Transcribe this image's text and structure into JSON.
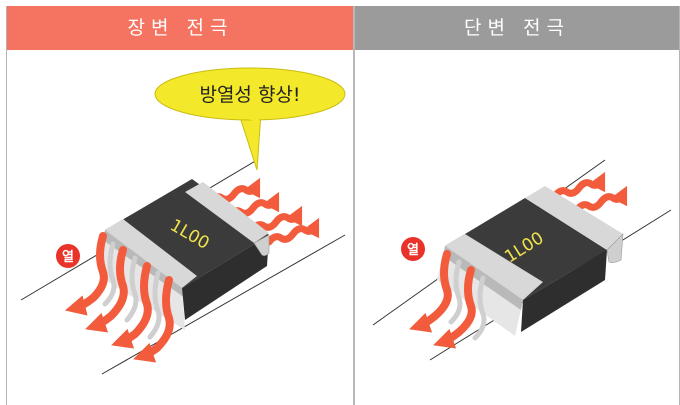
{
  "left_panel": {
    "header": "장변 전극",
    "callout": "방열성 향상!",
    "heat_label": "열",
    "chip_marking": "1L00"
  },
  "right_panel": {
    "header": "단변 전극",
    "heat_label": "열",
    "chip_marking": "1L00"
  },
  "colors": {
    "left_header": "#f47461",
    "right_header": "#9b9b9b",
    "chip_body": "#3b3b3b",
    "electrode": "#d8d8d8",
    "heat_arrow": "#f25c3c",
    "heat_badge": "#e8322a",
    "callout_fill": "#f3e82a",
    "marking_text": "#f1e24a"
  }
}
